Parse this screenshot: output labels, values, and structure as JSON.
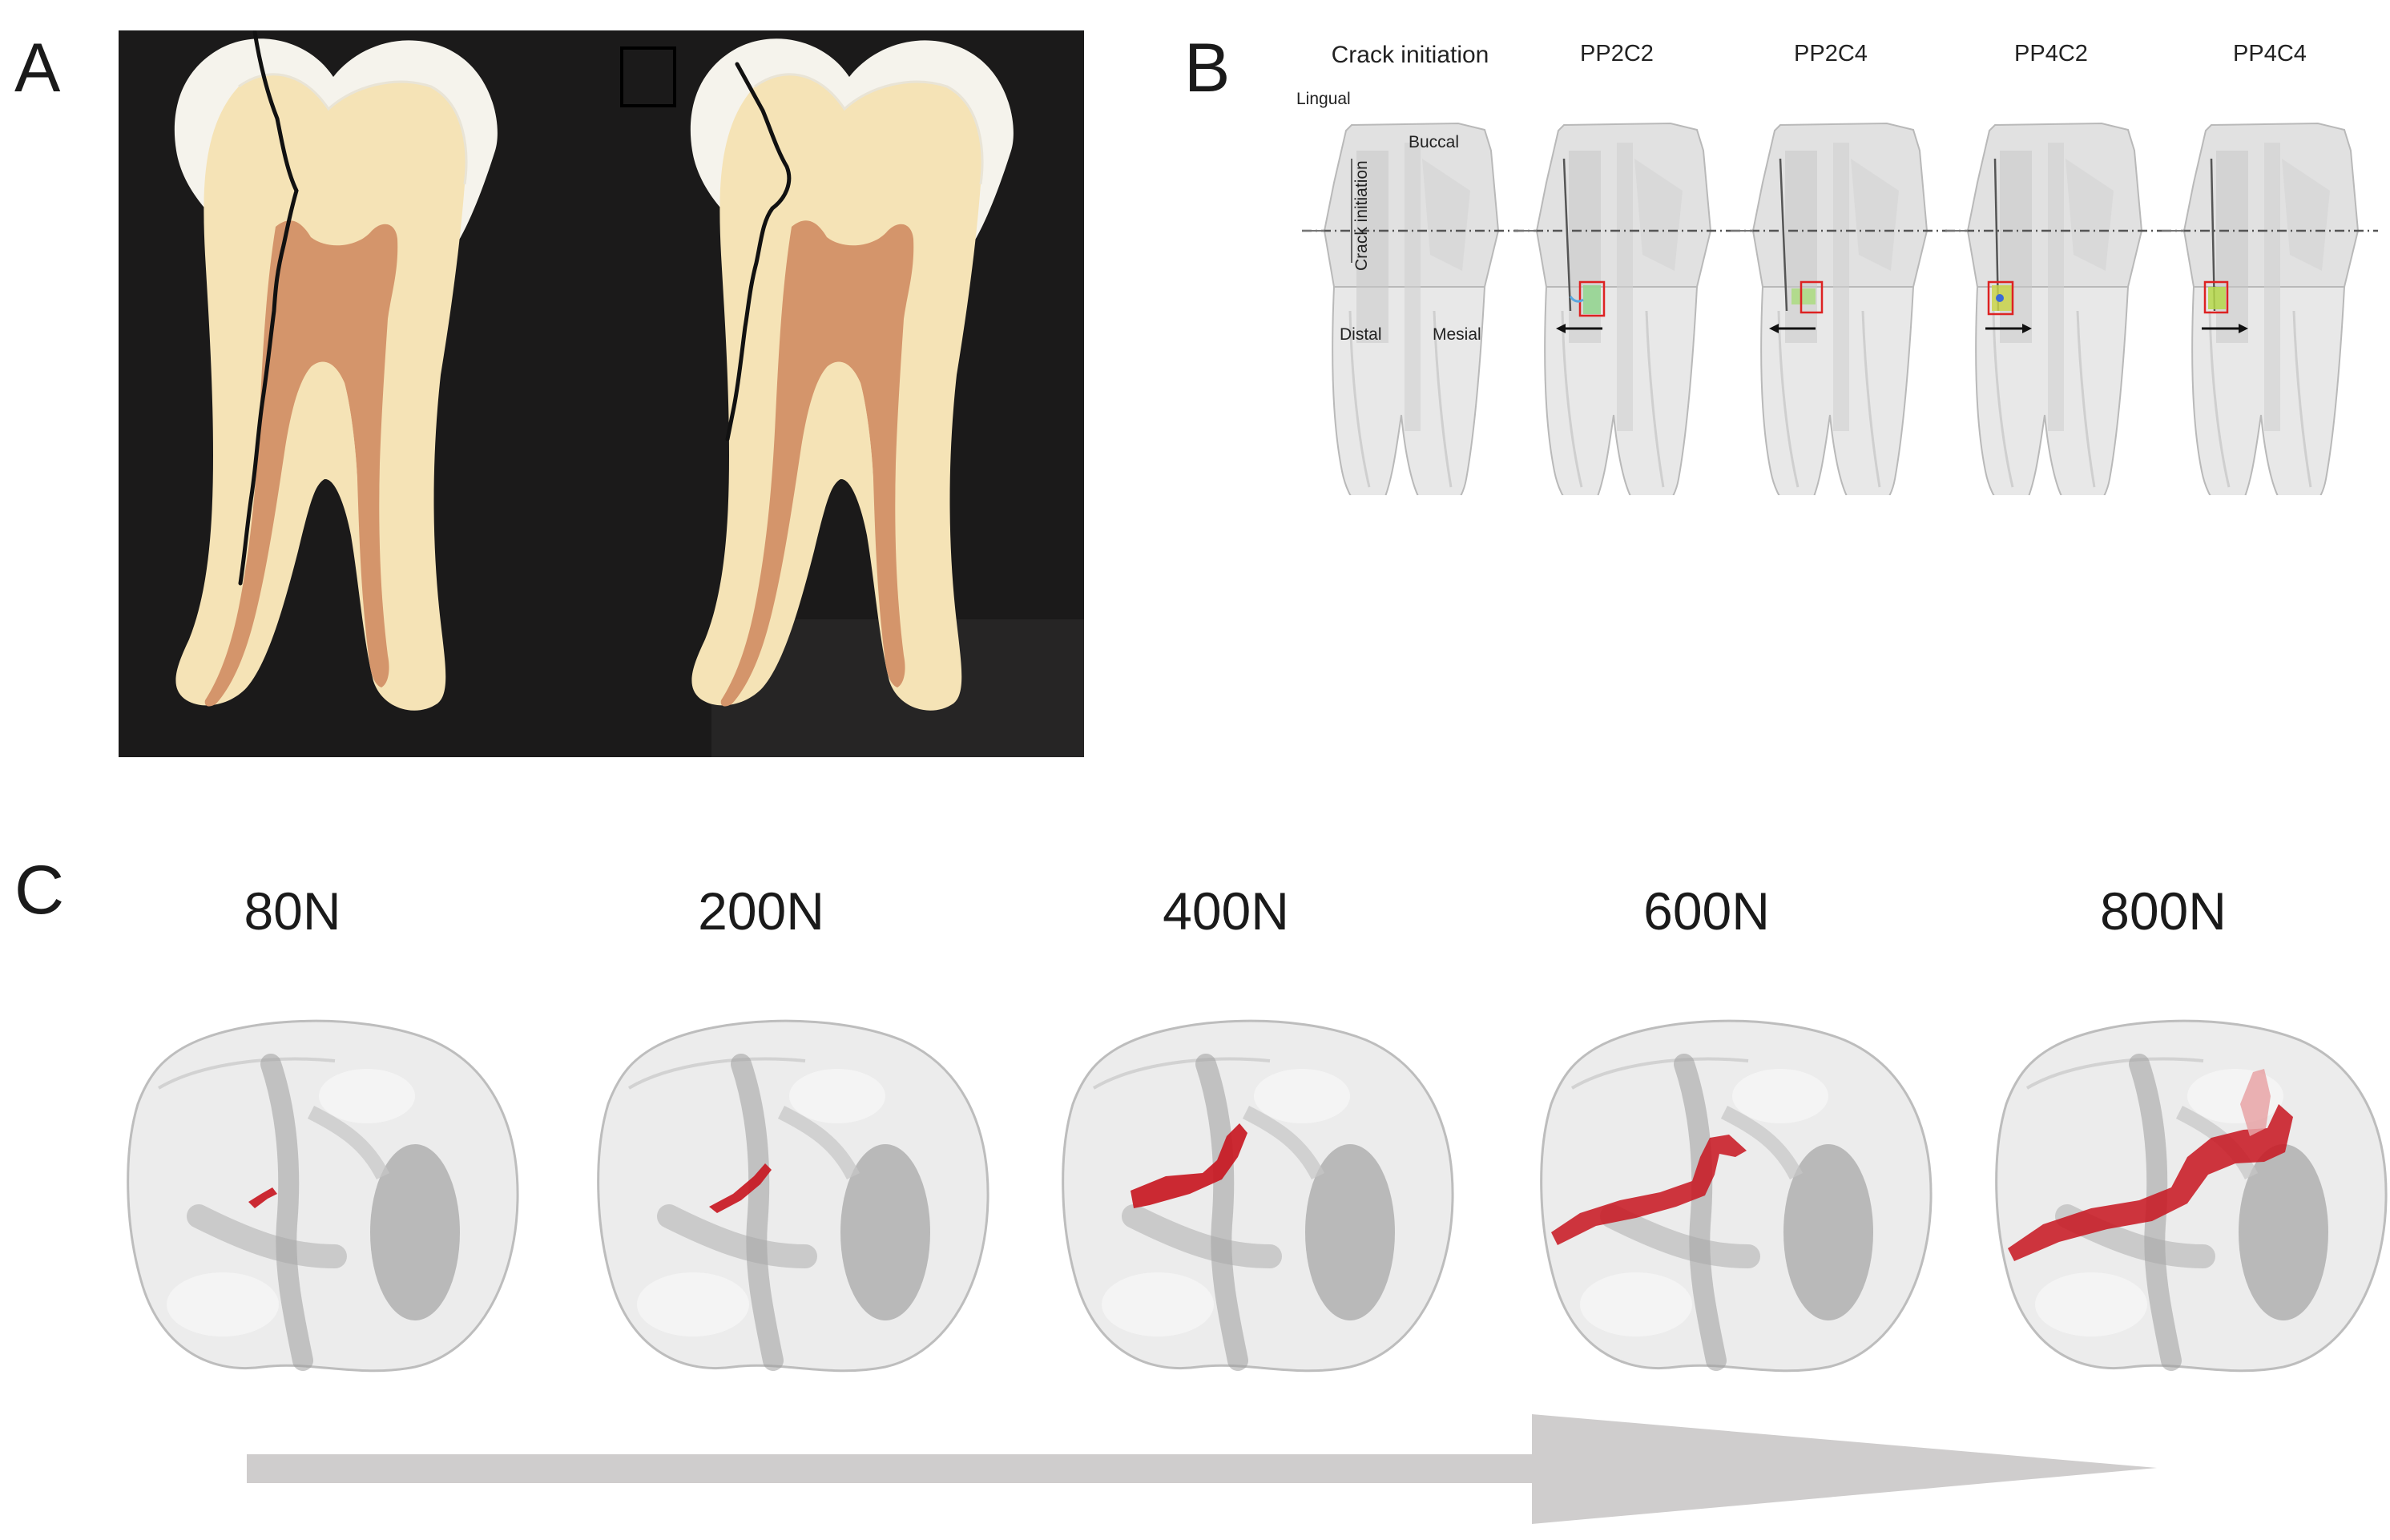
{
  "panel_letters": {
    "a": "A",
    "b": "B",
    "c": "C"
  },
  "panel_b": {
    "column_titles": [
      "Crack initiation",
      "PP2C2",
      "PP2C4",
      "PP4C2",
      "PP4C4"
    ],
    "orientation": {
      "lingual": "Lingual",
      "buccal": "Buccal",
      "vertical": "Crack initiation",
      "distal": "Distal",
      "mesial": "Mesial"
    },
    "arrow_directions": [
      "left",
      "left",
      "right",
      "right"
    ]
  },
  "panel_c": {
    "load_labels": [
      "80N",
      "200N",
      "400N",
      "600N",
      "800N"
    ]
  },
  "colors": {
    "background_dark": "#1b1a1a",
    "enamel": "#f5f3ec",
    "dentin": "#f5e3b6",
    "pulp": "#d4956b",
    "crack": "#111111",
    "crack_red": "#c8141e",
    "arrow_grey": "#cfcdcd"
  }
}
